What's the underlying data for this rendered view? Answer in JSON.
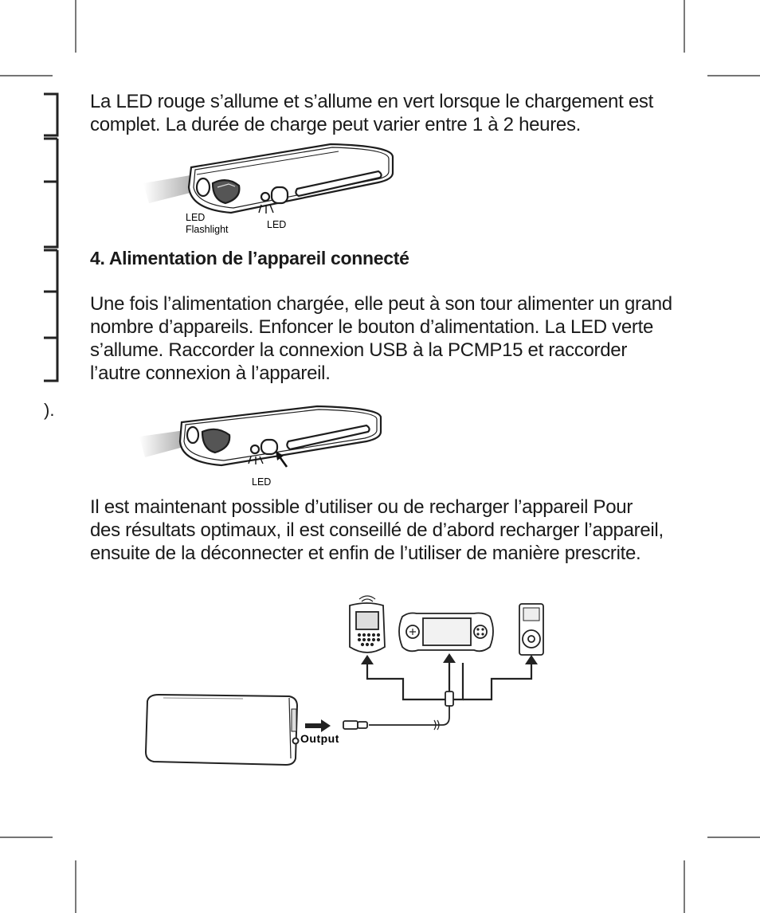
{
  "paragraph1": [
    "La LED rouge s’allume et s’allume en vert lorsque le chargement est",
    "complet. La durée de charge peut varier entre 1 à 2 heures."
  ],
  "figure1": {
    "label_led_flashlight_1": "LED",
    "label_led_flashlight_2": "Flashlight",
    "label_led": "LED"
  },
  "heading": "4. Alimentation de l’appareil connecté",
  "paragraph2": [
    "Une fois l’alimentation chargée, elle peut à son tour alimenter un grand",
    "nombre d’appareils. Enfoncer le bouton d’alimentation. La LED verte",
    "s’allume. Raccorder la connexion USB à la PCMP15 et raccorder",
    "l’autre connexion à l’appareil."
  ],
  "stray_text": ").",
  "figure2": {
    "label_led": "LED"
  },
  "paragraph3": [
    "Il est maintenant possible d’utiliser ou de recharger l’appareil Pour",
    "des résultats optimaux, il est conseillé de d’abord recharger l’appareil,",
    "ensuite de la déconnecter et enfin de l’utiliser de manière prescrite."
  ],
  "figure3": {
    "output_label": "Output"
  },
  "colors": {
    "text": "#1a1a1a",
    "line": "#222222",
    "beam": "#bbbbbb"
  }
}
